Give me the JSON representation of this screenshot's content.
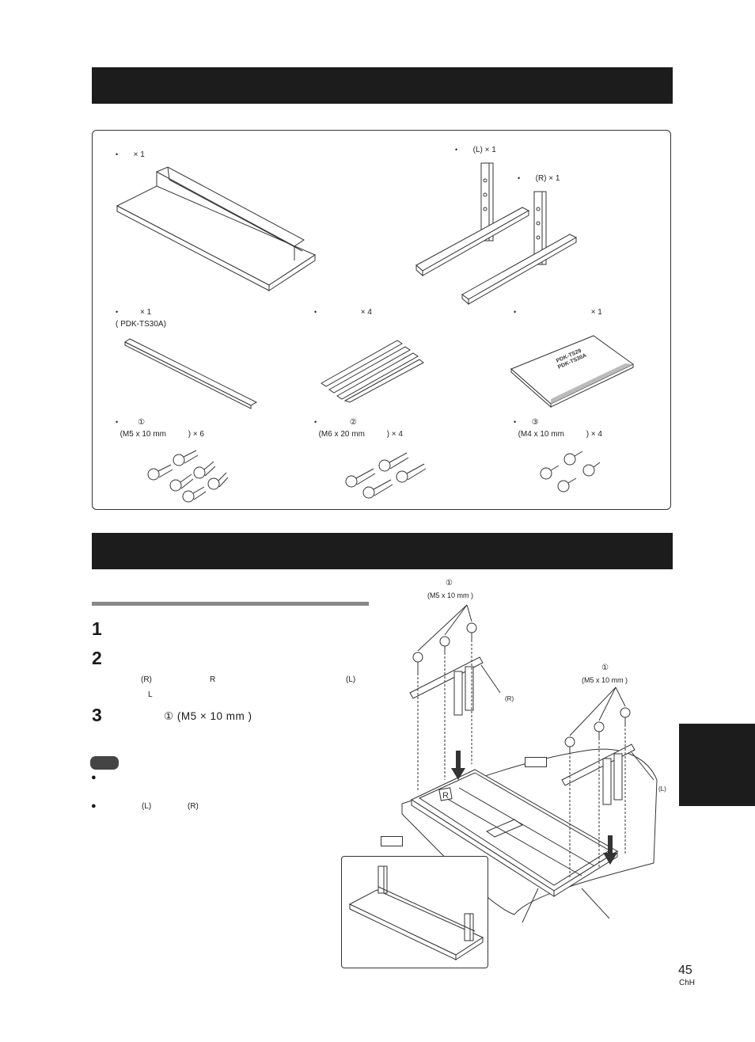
{
  "parts": {
    "stand_base": {
      "bullet": "•",
      "qty": "× 1"
    },
    "leg_left": {
      "bullet": "•",
      "label": "(L) × 1"
    },
    "leg_right": {
      "bullet": "•",
      "label": "(R) × 1"
    },
    "cover": {
      "bullet": "•",
      "qty": "× 1",
      "note": "(          PDK-TS30A)"
    },
    "bands": {
      "bullet": "•",
      "qty": "× 4"
    },
    "manual": {
      "bullet": "•",
      "qty": "× 1",
      "cover_text": [
        "PDK-TS29",
        "PDK-TS30A"
      ]
    },
    "screw1": {
      "bullet": "•",
      "num": "①",
      "spec": "(M5 x 10 mm",
      "qty": ") × 6"
    },
    "screw2": {
      "bullet": "•",
      "num": "②",
      "spec": "(M6 x 20 mm",
      "qty": ") × 4"
    },
    "screw3": {
      "bullet": "•",
      "num": "③",
      "spec": "(M4 x 10 mm",
      "qty": ") × 4"
    }
  },
  "assembly": {
    "steps": [
      {
        "num": "1"
      },
      {
        "num": "2",
        "line1_r": "(R)",
        "line1_rletter": "R",
        "line1_l": "(L)",
        "line2_l": "L"
      },
      {
        "num": "3",
        "text": "① (M5 × 10 mm          )"
      }
    ],
    "notes": [
      {
        "bullet": "●"
      },
      {
        "bullet": "●",
        "l": "(L)",
        "r": "(R)"
      }
    ],
    "diagram": {
      "screw_top_num": "①",
      "screw_top_spec": "(M5 x 10 mm          )",
      "screw_right_num": "①",
      "screw_right_spec": "(M5 x 10 mm          )",
      "leg_r_label": "(R)",
      "leg_l_label": "(L)",
      "base_mark": "R"
    }
  },
  "page": {
    "number": "45",
    "lang": "ChH"
  }
}
